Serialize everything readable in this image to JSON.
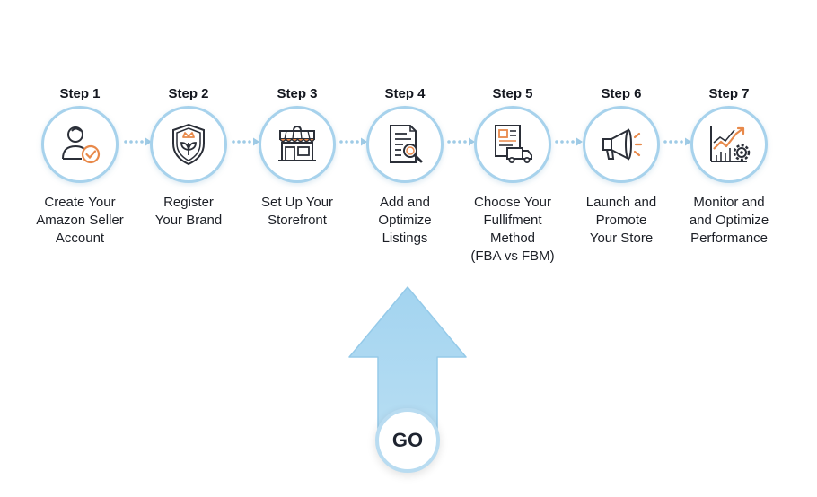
{
  "steps": [
    {
      "label": "Step 1",
      "description": "Create Your\nAmazon Seller\nAccount",
      "icon": "seller-account-icon"
    },
    {
      "label": "Step 2",
      "description": "Register\nYour Brand",
      "icon": "brand-shield-icon"
    },
    {
      "label": "Step 3",
      "description": "Set Up Your\nStorefront",
      "icon": "storefront-icon"
    },
    {
      "label": "Step 4",
      "description": "Add and\nOptimize\nListings",
      "icon": "listing-search-icon"
    },
    {
      "label": "Step 5",
      "description": "Choose Your\nFullifment\nMethod\n(FBA vs FBM)",
      "icon": "delivery-truck-icon"
    },
    {
      "label": "Step 6",
      "description": "Launch and\nPromote\nYour Store",
      "icon": "megaphone-icon"
    },
    {
      "label": "Step 7",
      "description": "Monitor and\nand Optimize\nPerformance",
      "icon": "growth-chart-icon"
    }
  ],
  "go_button": {
    "label": "GO"
  },
  "colors": {
    "circle_border": "#a7d2ec",
    "connector": "#9fcbe6",
    "arrow": "#a9d6f0",
    "icon_stroke": "#2b2f38",
    "icon_accent": "#e8894a"
  }
}
